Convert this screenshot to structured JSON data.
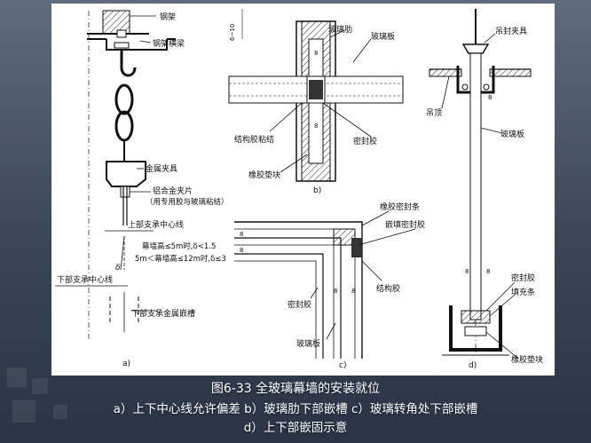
{
  "figure": {
    "panel_a": {
      "steel_frame": "钢架",
      "steel_beam": "钢架横梁",
      "metal_clamp": "金属夹具",
      "aluminum_clip_1": "铝合金夹片",
      "aluminum_clip_2": "（用专用胶与玻璃粘结）",
      "upper_center_line": "上部支承中心线",
      "tolerance_1": "幕墙高≤5m时,δ<1.5",
      "tolerance_2": "5m＜幕墙高≤12m时,δ≤3",
      "delta": "δ",
      "lower_center_line": "下部支承中心线",
      "lower_metal_groove": "下部支承金属嵌槽",
      "panel_label": "a)"
    },
    "panel_b": {
      "dim_label": "6~10",
      "glass_rib": "玻璃肋",
      "glass_plate": "玻璃板",
      "structural_adhesive_bond": "结构胶粘结",
      "sealant": "密封胶",
      "rubber_pad": "橡胶垫块",
      "panel_label": "b)",
      "dim_8": "8"
    },
    "panel_c": {
      "rubber_seal_strip": "橡胶密封条",
      "filled_sealant": "嵌填密封胶",
      "structural_adhesive": "结构胶",
      "sealant": "密封胶",
      "glass_plate": "玻璃板",
      "panel_label": "c)",
      "dim_8": "8"
    },
    "panel_d": {
      "hanging_clamp": "吊封夹具",
      "ceiling": "吊顶",
      "glass_plate": "玻璃板",
      "sealant": "密封胶",
      "filler_strip": "填充条",
      "rubber_pad": "橡胶垫块",
      "panel_label": "d)",
      "dim_8": "8"
    }
  },
  "caption": {
    "title": "图6-33   全玻璃幕墙的安装就位",
    "line2": "a）上下中心线允许偏差  b）玻璃肋下部嵌槽   c）玻璃转角处下部嵌槽",
    "line3": "d）上下部嵌固示意"
  }
}
